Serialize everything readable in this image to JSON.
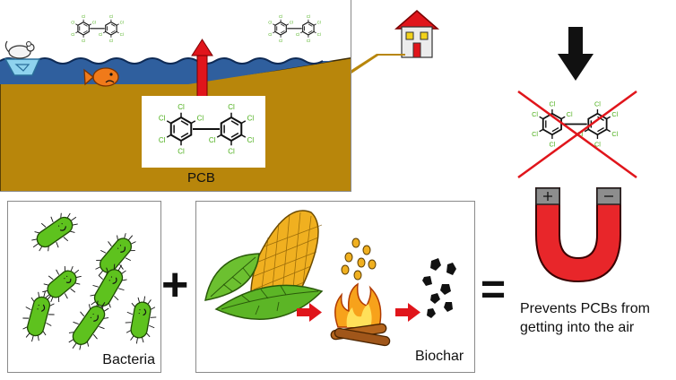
{
  "top_scene": {
    "pcb_label": "PCB",
    "chlorine_symbol": "Cl"
  },
  "bacteria_panel": {
    "label": "Bacteria"
  },
  "biochar_panel": {
    "label": "Biochar"
  },
  "operators": {
    "plus": "+",
    "equals": "="
  },
  "result": {
    "line1": "Prevents PCBs from",
    "line2": "getting into the air"
  },
  "colors": {
    "water": "#2f5f9e",
    "sediment": "#b8860b",
    "arrow_red": "#e0151b",
    "chlorine_green": "#4caf1a",
    "bacteria_green": "#5ec21e",
    "magnet_red": "#e8262a"
  },
  "icons": [
    "mouse-on-ice-icon",
    "sad-fish-icon",
    "house-icon",
    "red-up-arrow-icon",
    "black-down-arrow-icon",
    "magnet-icon",
    "corn-icon",
    "fire-icon",
    "biochar-icon"
  ]
}
